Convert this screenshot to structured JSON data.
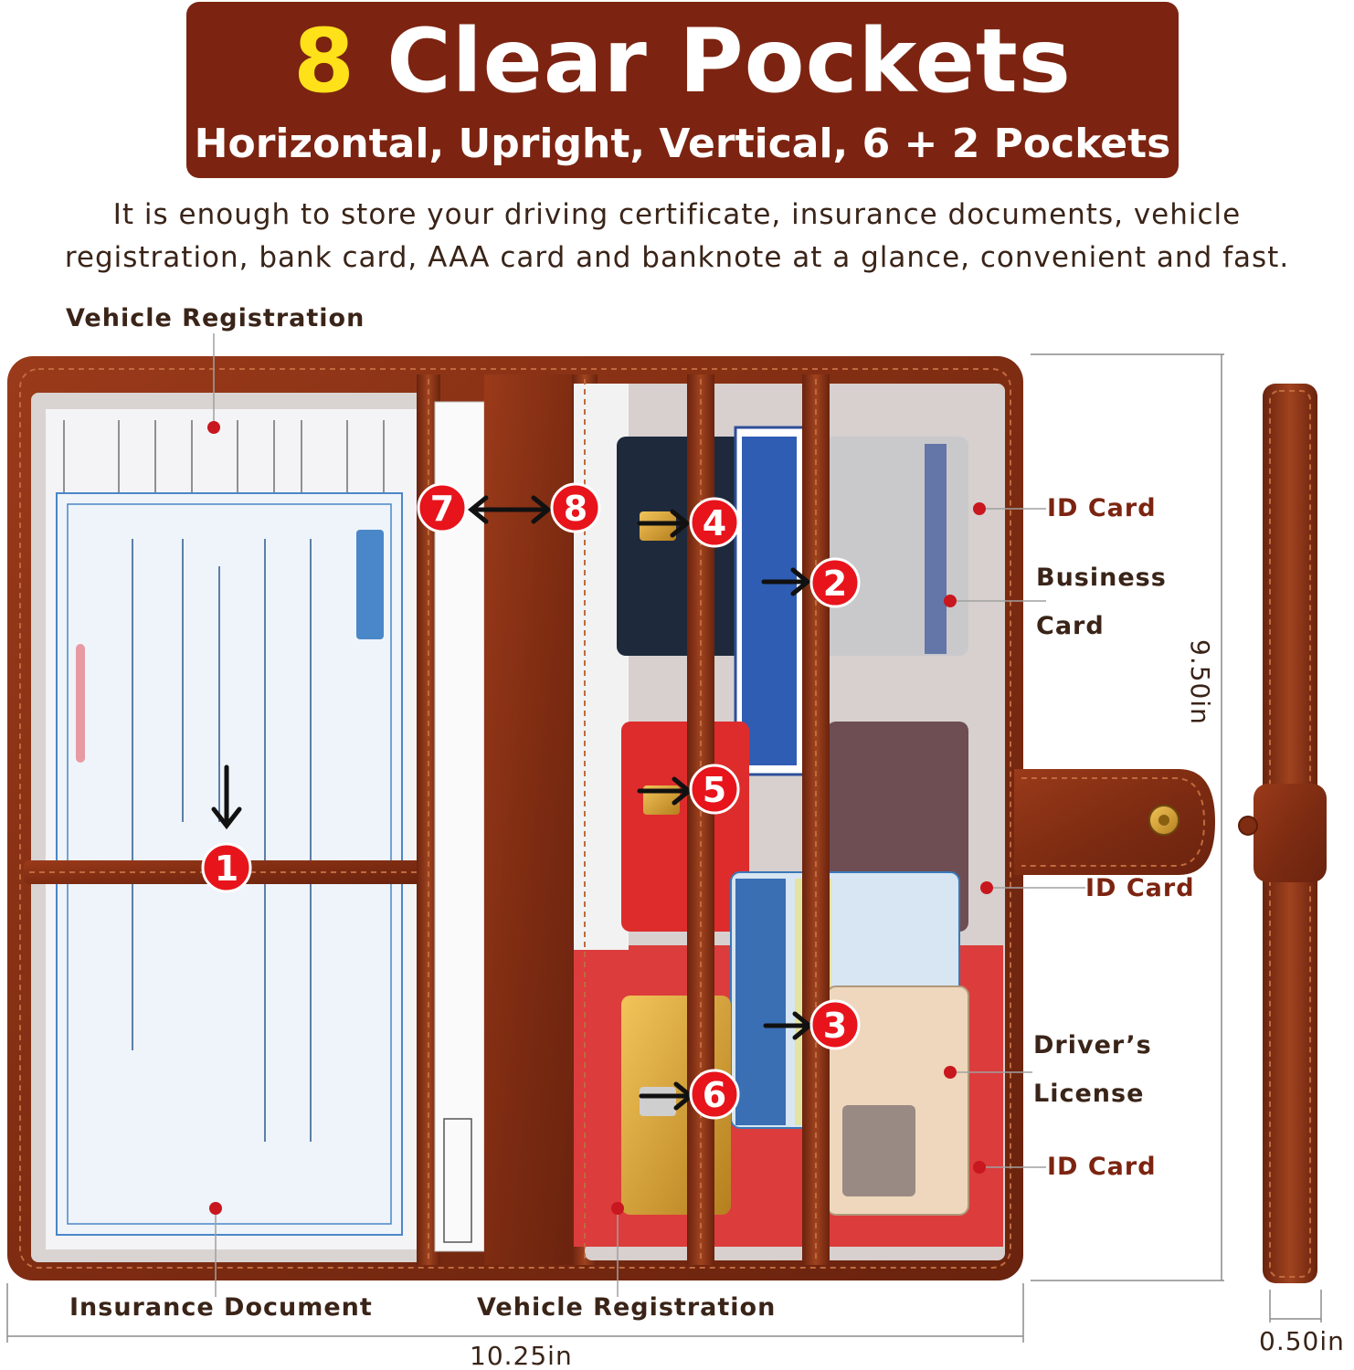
{
  "banner": {
    "title_number": "8",
    "title_text": "Clear Pockets",
    "subtitle": "Horizontal, Upright, Vertical, 6 + 2 Pockets"
  },
  "intro": {
    "line1": "It is enough to store your driving certificate, insurance documents, vehicle",
    "line2": "registration, bank card, AAA card and banknote at a glance, convenient and fast."
  },
  "labels": {
    "vehicle_registration_top": "Vehicle Registration",
    "id_card_1": "ID Card",
    "business_card_1": "Business",
    "business_card_2": "Card",
    "id_card_2": "ID Card",
    "drivers_license_1": "Driver’s",
    "drivers_license_2": "License",
    "id_card_3": "ID Card",
    "insurance_document": "Insurance Document",
    "vehicle_registration_bottom": "Vehicle Registration"
  },
  "dimensions": {
    "width": "10.25in",
    "height": "9.50in",
    "thickness": "0.50in"
  },
  "pockets": [
    "1",
    "2",
    "3",
    "4",
    "5",
    "6",
    "7",
    "8"
  ],
  "colors": {
    "banner": "#7c2411",
    "highlight": "#ffe11a",
    "leather": "#8a3318",
    "badge": "#e8141c"
  }
}
